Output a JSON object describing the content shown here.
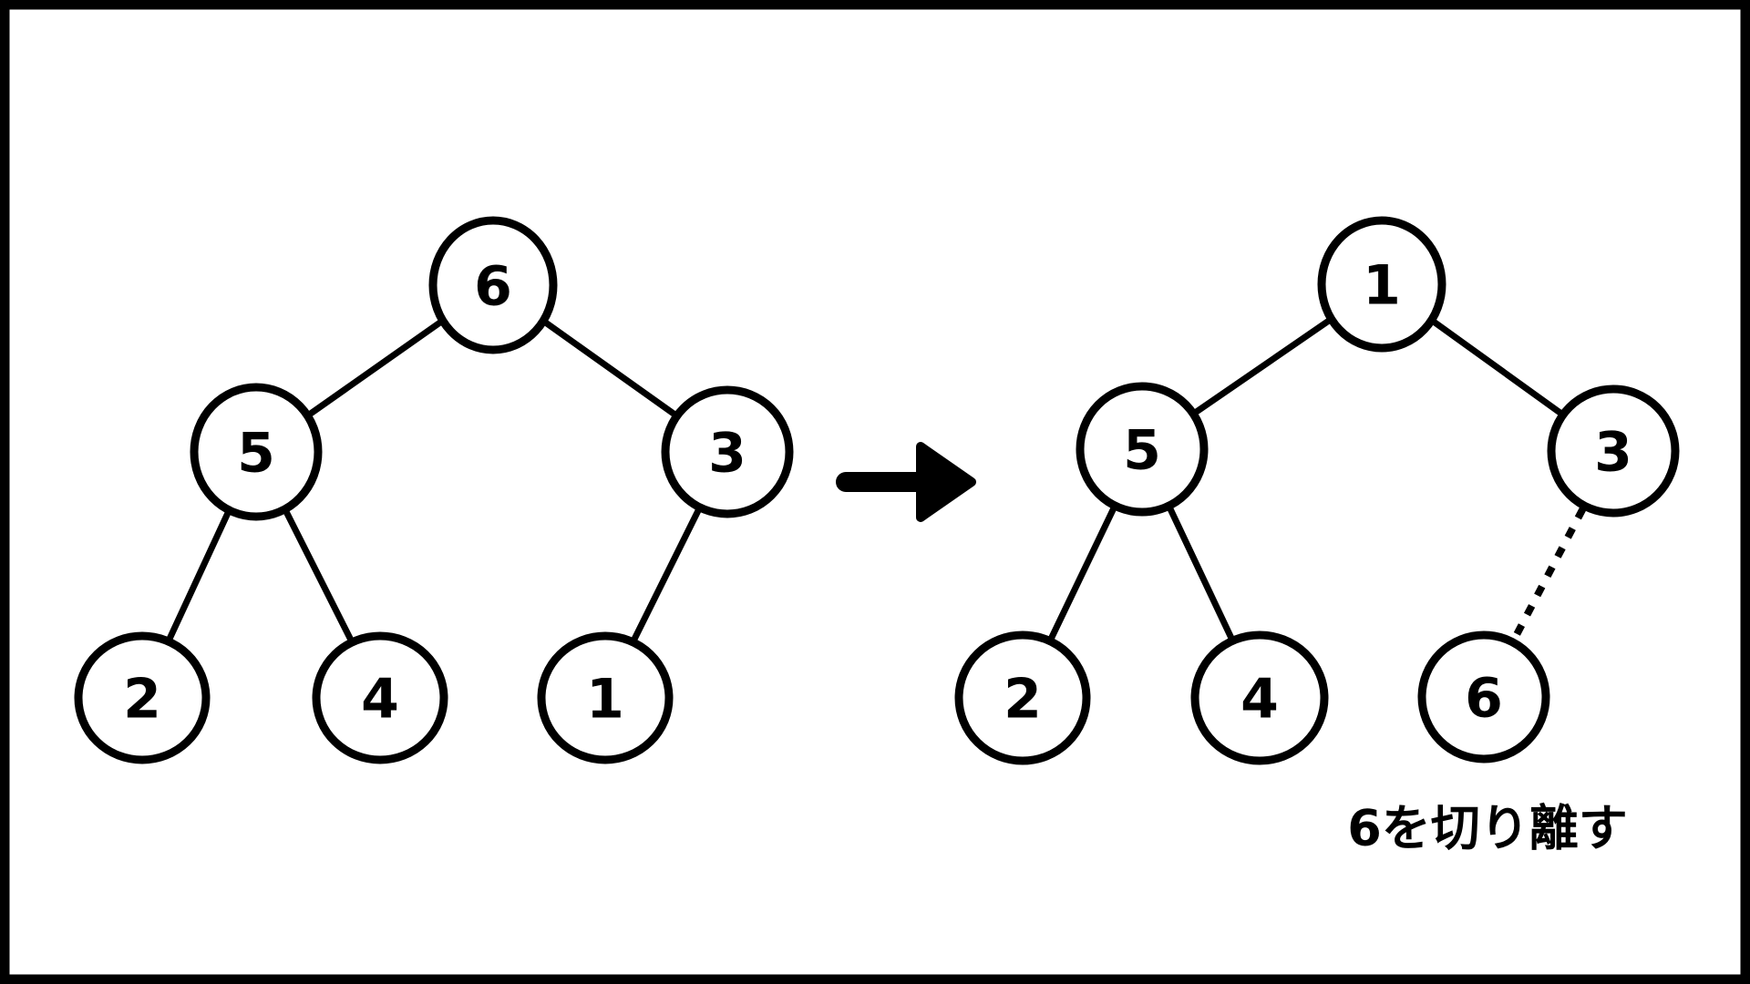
{
  "diagram": {
    "title": "binary-tree detach step",
    "colors": {
      "stroke": "#000000",
      "background": "#ffffff"
    },
    "tree_before": {
      "nodes": [
        {
          "label": "6",
          "role": "root"
        },
        {
          "label": "5",
          "role": "left-child-of-6"
        },
        {
          "label": "3",
          "role": "right-child-of-6"
        },
        {
          "label": "2",
          "role": "left-child-of-5"
        },
        {
          "label": "4",
          "role": "right-child-of-5"
        },
        {
          "label": "1",
          "role": "left-child-of-3"
        }
      ],
      "edges": [
        "6-5",
        "6-3",
        "5-2",
        "5-4",
        "3-1"
      ]
    },
    "arrow": {
      "icon": "arrow-right-icon",
      "direction": "right"
    },
    "tree_after": {
      "nodes": [
        {
          "label": "1",
          "role": "root"
        },
        {
          "label": "5",
          "role": "left-child-of-1"
        },
        {
          "label": "3",
          "role": "right-child-of-1"
        },
        {
          "label": "2",
          "role": "left-child-of-5"
        },
        {
          "label": "4",
          "role": "right-child-of-5"
        },
        {
          "label": "6",
          "role": "detached-node"
        }
      ],
      "edges": [
        "1-5",
        "1-3",
        "5-2",
        "5-4"
      ],
      "dotted_edge": "3-6"
    },
    "annotation": {
      "text": "6を切り離す"
    }
  }
}
